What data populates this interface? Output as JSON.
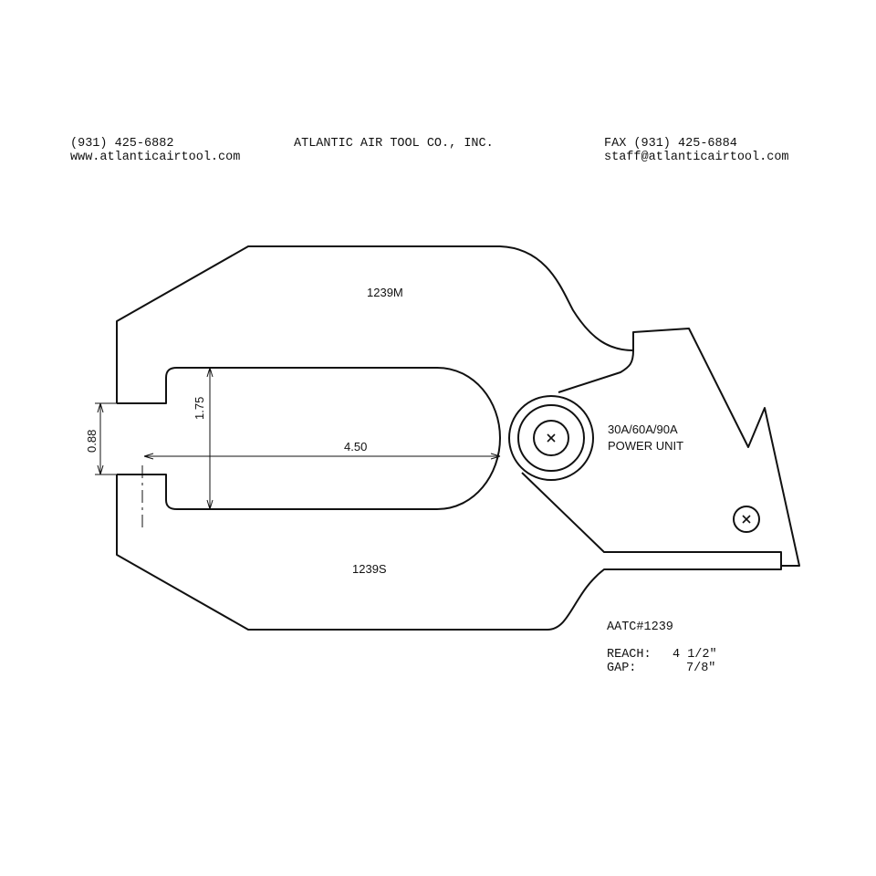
{
  "header": {
    "phone": "(931) 425-6882",
    "website": "www.atlanticairtool.com",
    "company": "ATLANTIC AIR TOOL CO., INC.",
    "fax": "FAX (931) 425-6884",
    "email": "staff@atlanticairtool.com"
  },
  "drawing": {
    "upper_jaw_label": "1239M",
    "lower_jaw_label": "1239S",
    "power_unit_line1": "30A/60A/90A",
    "power_unit_line2": "POWER UNIT",
    "dim_reach": "4.50",
    "dim_depth": "1.75",
    "dim_gap": "0.88"
  },
  "specs": {
    "model": "AATC#1239",
    "reach_label": "REACH:",
    "reach_value": "4 1/2\"",
    "gap_label": "GAP:",
    "gap_value": "7/8\""
  }
}
